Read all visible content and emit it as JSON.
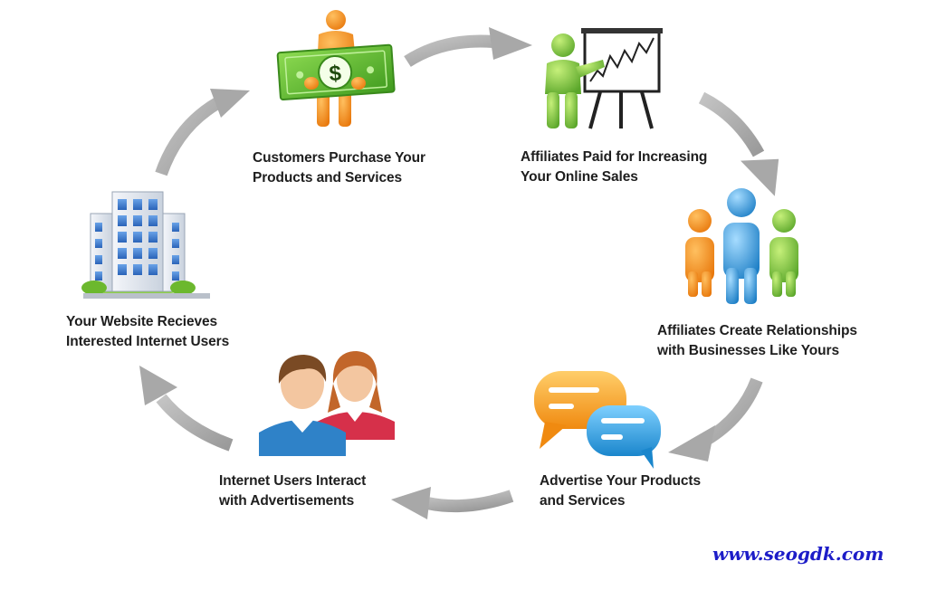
{
  "diagram": {
    "steps": [
      {
        "id": "customers",
        "lines": [
          "Customers Purchase Your",
          "Products and Services"
        ],
        "icon": "money-person-icon"
      },
      {
        "id": "affiliates_paid",
        "lines": [
          "Affiliates Paid for Increasing",
          "Your Online Sales"
        ],
        "icon": "presentation-chart-icon"
      },
      {
        "id": "relationships",
        "lines": [
          "Affiliates Create Relationships",
          "with Businesses Like Yours"
        ],
        "icon": "people-group-icon"
      },
      {
        "id": "advertise",
        "lines": [
          "Advertise Your Products",
          "and Services"
        ],
        "icon": "speech-bubbles-icon"
      },
      {
        "id": "interact",
        "lines": [
          "Internet Users Interact",
          "with Advertisements"
        ],
        "icon": "users-avatar-icon"
      },
      {
        "id": "website",
        "lines": [
          "Your Website Recieves",
          "Interested Internet Users"
        ],
        "icon": "office-building-icon"
      }
    ],
    "flow": "clockwise",
    "colors": {
      "arrow": "#a8a8a8",
      "text": "#1e1e1e",
      "watermark": "#1d1dc8",
      "orange": "#f7941d",
      "green": "#7cc242",
      "blue": "#2f9bd8",
      "money": "#5fb135"
    }
  },
  "watermark": "www.seogdk.com"
}
